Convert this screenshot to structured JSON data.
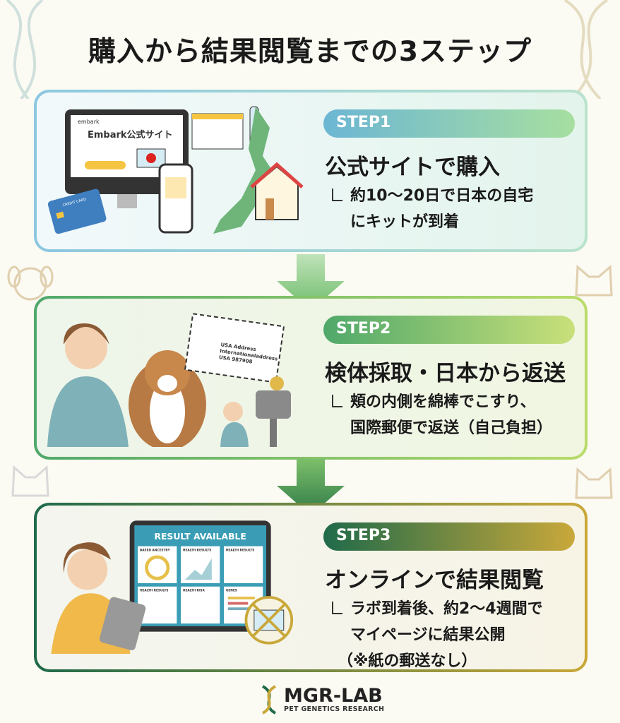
{
  "title": "購入から結果閲覧までの3ステップ",
  "steps": [
    {
      "label": "STEP1",
      "heading": "公式サイトで購入",
      "lines": [
        "約10〜20日で日本の自宅",
        "にキットが到着"
      ],
      "illustration": {
        "brand": "embark",
        "site_title": "Embark公式サイト",
        "card_text": "CREDIT CARD"
      }
    },
    {
      "label": "STEP2",
      "heading": "検体採取・日本から返送",
      "lines": [
        "頬の内側を綿棒でこすり、",
        "国際郵便で返送（自己負担）"
      ],
      "illustration": {
        "envelope_lines": [
          "USA Address",
          "Internationaladdress",
          "USA 987908"
        ]
      }
    },
    {
      "label": "STEP3",
      "heading": "オンラインで結果閲覧",
      "lines": [
        "ラボ到着後、約2〜4週間で",
        "マイページに結果公開",
        "（※紙の郵送なし）"
      ],
      "illustration": {
        "screen_title": "RESULT AVAILABLE",
        "panels": [
          "BASED ANCESTRY",
          "HEALTH RESULTS",
          "HEALTH RESULTS",
          "HEALTH RESULTS",
          "HEALTH RISK",
          "GENES"
        ]
      }
    }
  ],
  "footer": {
    "logo_name": "MGR-LAB",
    "logo_tagline": "PET GENETICS RESEARCH"
  },
  "colors": {
    "step1": "#8cc8e0",
    "step2": "#4fa86a",
    "step3": "#1f6a4a",
    "gold": "#c9a83a",
    "arrow": "#4f9a5a"
  }
}
